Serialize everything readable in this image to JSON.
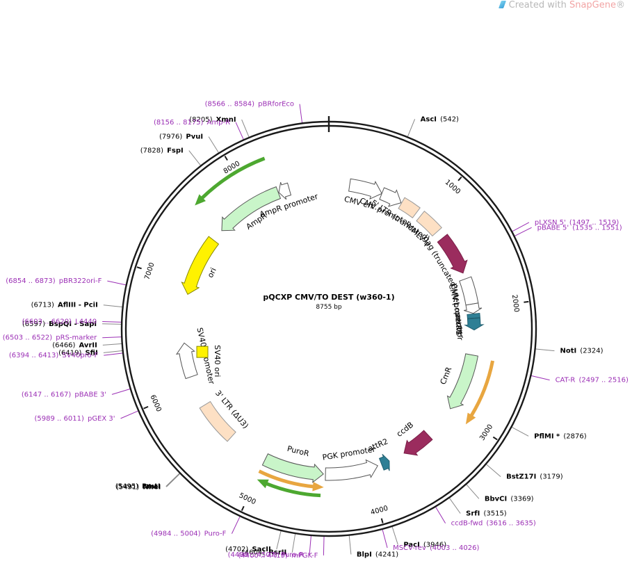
{
  "watermark": {
    "prefix": "Created with ",
    "brand": "SnapGene",
    "reg": "®"
  },
  "plasmid": {
    "name": "pQCXP CMV/TO DEST (w360-1)",
    "length_label": "8755 bp",
    "length": 8755
  },
  "ticks": [
    "1000",
    "2000",
    "3000",
    "4000",
    "5000",
    "6000",
    "7000",
    "8000"
  ],
  "enzymes": [
    {
      "name": "AscI",
      "coord": "(542)",
      "pos": 542,
      "side": "right"
    },
    {
      "name": "NotI",
      "coord": "(2324)",
      "pos": 2324,
      "side": "right"
    },
    {
      "name": "PflMI *",
      "coord": "(2876)",
      "pos": 2876,
      "side": "right",
      "muted": true
    },
    {
      "name": "BstZ17I",
      "coord": "(3179)",
      "pos": 3179,
      "side": "right"
    },
    {
      "name": "BbvCI",
      "coord": "(3369)",
      "pos": 3369,
      "side": "right"
    },
    {
      "name": "SrfI",
      "coord": "(3515)",
      "pos": 3515,
      "side": "right"
    },
    {
      "name": "PacI",
      "coord": "(3946)",
      "pos": 3946,
      "side": "right"
    },
    {
      "name": "BlpI",
      "coord": "(4241)",
      "pos": 4241,
      "side": "right"
    },
    {
      "name": "RsrII",
      "coord": "(4604)",
      "pos": 4604,
      "side": "left"
    },
    {
      "name": "SacII",
      "coord": "(4702)",
      "pos": 4702,
      "side": "left"
    },
    {
      "name": "NheI",
      "coord": "(5491)",
      "pos": 5491,
      "side": "left"
    },
    {
      "name": "BmtI",
      "coord": "(5495)",
      "pos": 5495,
      "side": "left"
    },
    {
      "name": "SfiI",
      "coord": "(6419)",
      "pos": 6419,
      "side": "left"
    },
    {
      "name": "AvrII",
      "coord": "(6466)",
      "pos": 6466,
      "side": "left"
    },
    {
      "name": "BspQI - SapI",
      "coord": "(6597)",
      "pos": 6597,
      "side": "left"
    },
    {
      "name": "AflIII - PciI",
      "coord": "(6713)",
      "pos": 6713,
      "side": "left"
    },
    {
      "name": "FspI",
      "coord": "(7828)",
      "pos": 7828,
      "side": "left"
    },
    {
      "name": "PvuI",
      "coord": "(7976)",
      "pos": 7976,
      "side": "left"
    },
    {
      "name": "XmnI",
      "coord": "(8205)",
      "pos": 8205,
      "side": "left"
    }
  ],
  "primers": [
    {
      "name": "pLXSN 5'",
      "coord": "(1497 .. 1519)",
      "pos": 1508,
      "side": "right"
    },
    {
      "name": "pBABE 5'",
      "coord": "(1535 .. 1551)",
      "pos": 1543,
      "side": "right"
    },
    {
      "name": "CAT-R",
      "coord": "(2497 .. 2516)",
      "pos": 2506,
      "side": "right"
    },
    {
      "name": "ccdB-fwd",
      "coord": "(3616 .. 3635)",
      "pos": 3625,
      "side": "right"
    },
    {
      "name": "MSCV-rev",
      "coord": "(4003 .. 4026)",
      "pos": 4014,
      "side": "right"
    },
    {
      "name": "mPGK-F",
      "coord": "(4400 .. 4419)",
      "pos": 4410,
      "side": "left"
    },
    {
      "name": "Puro-R",
      "coord": "(4488 .. 4507)",
      "pos": 4497,
      "side": "left"
    },
    {
      "name": "Puro-F",
      "coord": "(4984 .. 5004)",
      "pos": 4994,
      "side": "left"
    },
    {
      "name": "pGEX 3'",
      "coord": "(5989 .. 6011)",
      "pos": 6000,
      "side": "left"
    },
    {
      "name": "pBABE 3'",
      "coord": "(6147 .. 6167)",
      "pos": 6157,
      "side": "left"
    },
    {
      "name": "SV40pro-F",
      "coord": "(6394 .. 6413)",
      "pos": 6403,
      "side": "left"
    },
    {
      "name": "pRS-marker",
      "coord": "(6503 .. 6522)",
      "pos": 6512,
      "side": "left"
    },
    {
      "name": "L4440",
      "coord": "(6603 .. 6620)",
      "pos": 6611,
      "side": "left"
    },
    {
      "name": "pBR322ori-F",
      "coord": "(6854 .. 6873)",
      "pos": 6863,
      "side": "left"
    },
    {
      "name": "Amp-R",
      "coord": "(8156 .. 8175)",
      "pos": 8165,
      "side": "left"
    },
    {
      "name": "pBRforEco",
      "coord": "(8566 .. 8584)",
      "pos": 8575,
      "side": "left"
    }
  ],
  "features": [
    {
      "name": "CMV en...",
      "start": 200,
      "end": 520,
      "dir": 1,
      "kind": "plain"
    },
    {
      "name": "CMV promoter",
      "start": 520,
      "end": 725,
      "dir": 1,
      "kind": "plain"
    },
    {
      "name": "5' LTR (truncated)",
      "start": 730,
      "end": 900,
      "dir": 0,
      "kind": "ltr"
    },
    {
      "name": "MMLV ψ",
      "start": 950,
      "end": 1170,
      "dir": 0,
      "kind": "ltr"
    },
    {
      "name": "gag (truncated)",
      "start": 1250,
      "end": 1640,
      "dir": 1,
      "kind": "gag"
    },
    {
      "name": "CMV...",
      "start": 1700,
      "end": 1950,
      "dir": 0,
      "kind": "plain"
    },
    {
      "name": "CMV promoter",
      "start": 1950,
      "end": 2040,
      "dir": 1,
      "kind": "plain"
    },
    {
      "name": "tet operator",
      "start": 2045,
      "end": 2085,
      "dir": 0,
      "kind": "teal"
    },
    {
      "name": "attR1",
      "start": 2090,
      "end": 2200,
      "dir": 1,
      "kind": "teal"
    },
    {
      "name": "CmR",
      "start": 2440,
      "end": 3000,
      "dir": 1,
      "kind": "green"
    },
    {
      "name": "ccdB",
      "start": 3330,
      "end": 3620,
      "dir": 1,
      "kind": "gag"
    },
    {
      "name": "attR2",
      "start": 3780,
      "end": 3860,
      "dir": -1,
      "kind": "teal"
    },
    {
      "name": "PGK promoter",
      "start": 3900,
      "end": 4410,
      "dir": -1,
      "kind": "plain"
    },
    {
      "name": "PuroR",
      "start": 4430,
      "end": 5010,
      "dir": -1,
      "kind": "green"
    },
    {
      "name": "3' LTR (ΔU3)",
      "start": 5400,
      "end": 5800,
      "dir": 0,
      "kind": "ltr"
    },
    {
      "name": "SV40 promoter",
      "start": 6100,
      "end": 6430,
      "dir": 1,
      "kind": "plain"
    },
    {
      "name": "SV40 ori",
      "start": 6250,
      "end": 6380,
      "dir": 0,
      "kind": "yellow-box"
    },
    {
      "name": "ori",
      "start": 6900,
      "end": 7480,
      "dir": -1,
      "kind": "yellow"
    },
    {
      "name": "AmpR",
      "start": 7600,
      "end": 8260,
      "dir": -1,
      "kind": "green"
    },
    {
      "name": "AmpR promoter",
      "start": 8265,
      "end": 8370,
      "dir": -1,
      "kind": "plain"
    }
  ],
  "orfs": [
    {
      "start": 2460,
      "end": 3030,
      "dir": 1,
      "color": "#e8a640"
    },
    {
      "start": 4430,
      "end": 5010,
      "dir": -1,
      "color": "#e8a640"
    },
    {
      "start": 4450,
      "end": 4990,
      "dir": 1,
      "color": "#4da830"
    },
    {
      "start": 7610,
      "end": 8250,
      "dir": -1,
      "color": "#4da830"
    }
  ]
}
